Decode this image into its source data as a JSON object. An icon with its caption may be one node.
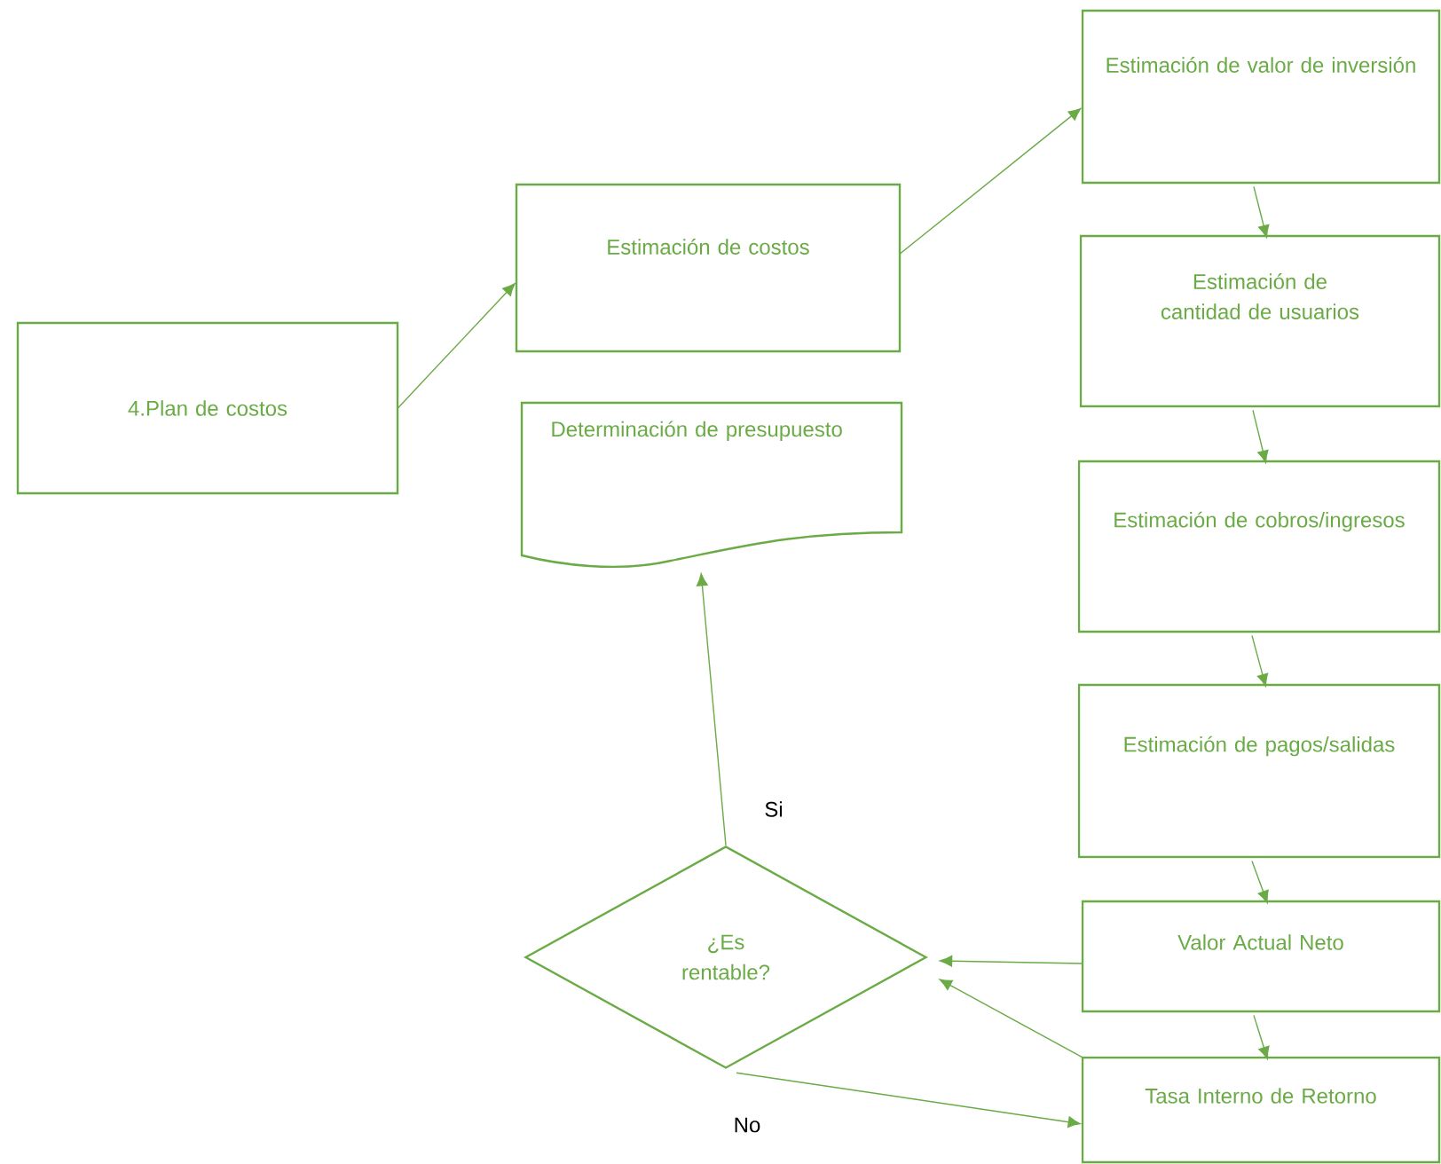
{
  "diagram": {
    "nodes": [
      {
        "text": [
          "4.Plan de costos"
        ]
      },
      {
        "text": [
          "Estimación de costos"
        ]
      },
      {
        "text": [
          "Determinación de presupuesto"
        ]
      },
      {
        "text": [
          "Estimación de valor de inversión"
        ]
      },
      {
        "text": [
          "Estimación de cantidad de usuarios"
        ]
      },
      {
        "text": [
          "Estimación de cobros/ingresos"
        ]
      },
      {
        "text": [
          "Estimación de pagos/salidas"
        ]
      },
      {
        "text": [
          "Valor Actual Neto"
        ]
      },
      {
        "text": [
          "Tasa Interno de Retorno"
        ]
      },
      {
        "text": [
          "¿Es rentable?"
        ]
      }
    ],
    "edges": [
      {
        "from": 0,
        "to": 1,
        "arrow": "to"
      },
      {
        "from": 1,
        "to": 3,
        "arrow": "to"
      },
      {
        "from": 3,
        "to": 4,
        "arrow": "to"
      },
      {
        "from": 4,
        "to": 5,
        "arrow": "to"
      },
      {
        "from": 5,
        "to": 6,
        "arrow": "to"
      },
      {
        "from": 6,
        "to": 7,
        "arrow": "to"
      },
      {
        "from": 7,
        "to": 8,
        "arrow": "to"
      },
      {
        "from": 7,
        "to": 9,
        "arrow": "to"
      },
      {
        "from": 8,
        "to": 9,
        "arrow": "to"
      },
      {
        "from": 9,
        "to": 2,
        "arrow": "to",
        "label": "Si"
      },
      {
        "from": 9,
        "to": 8,
        "arrow": "to",
        "label": "No"
      }
    ]
  }
}
